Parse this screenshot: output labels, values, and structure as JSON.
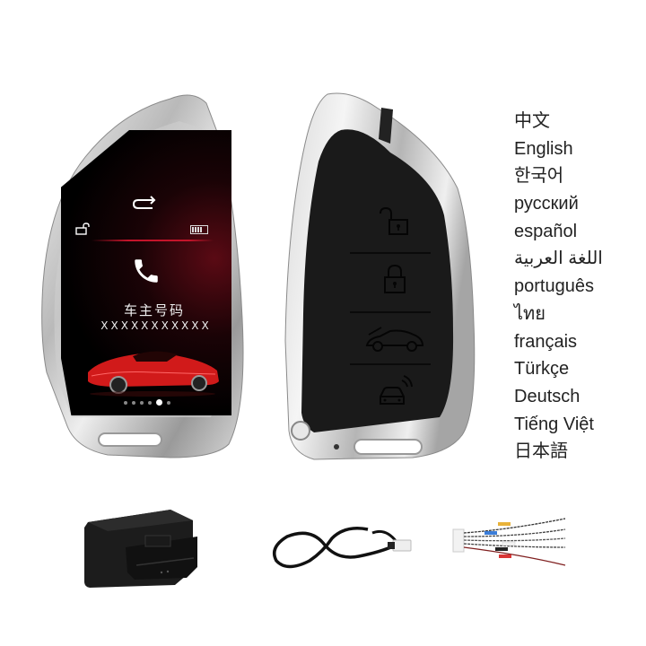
{
  "product": {
    "name": "smart LCD car key"
  },
  "front_key": {
    "screen": {
      "return_icon": "return-arrow-icon",
      "lock_icon": "unlocked-padlock-icon",
      "battery_icon": "battery-icon",
      "phone_icon": "phone-icon",
      "title": "车主号码",
      "number": "XXXXXXXXXXX",
      "car_image": "red-sports-car",
      "page_dots": {
        "count": 6,
        "active_index": 4
      }
    },
    "accent_color": "#c4142a"
  },
  "back_key": {
    "buttons": [
      {
        "name": "unlock",
        "icon": "unlocked-padlock-icon"
      },
      {
        "name": "lock",
        "icon": "locked-padlock-icon"
      },
      {
        "name": "trunk",
        "icon": "car-trunk-open-icon"
      },
      {
        "name": "remote-start",
        "icon": "car-remote-signal-icon"
      }
    ]
  },
  "languages": [
    "中文",
    "English",
    "한국어",
    "русский",
    "español",
    "اللغة العربية",
    "português",
    "ไทย",
    "français",
    "Türkçe",
    "Deutsch",
    "Tiếng Việt",
    "日本語"
  ],
  "accessories": [
    {
      "name": "OBD module",
      "icon": "obd-connector-icon"
    },
    {
      "name": "USB charging cable",
      "icon": "usb-cable-icon"
    },
    {
      "name": "wiring harness",
      "icon": "wire-harness-icon"
    }
  ]
}
